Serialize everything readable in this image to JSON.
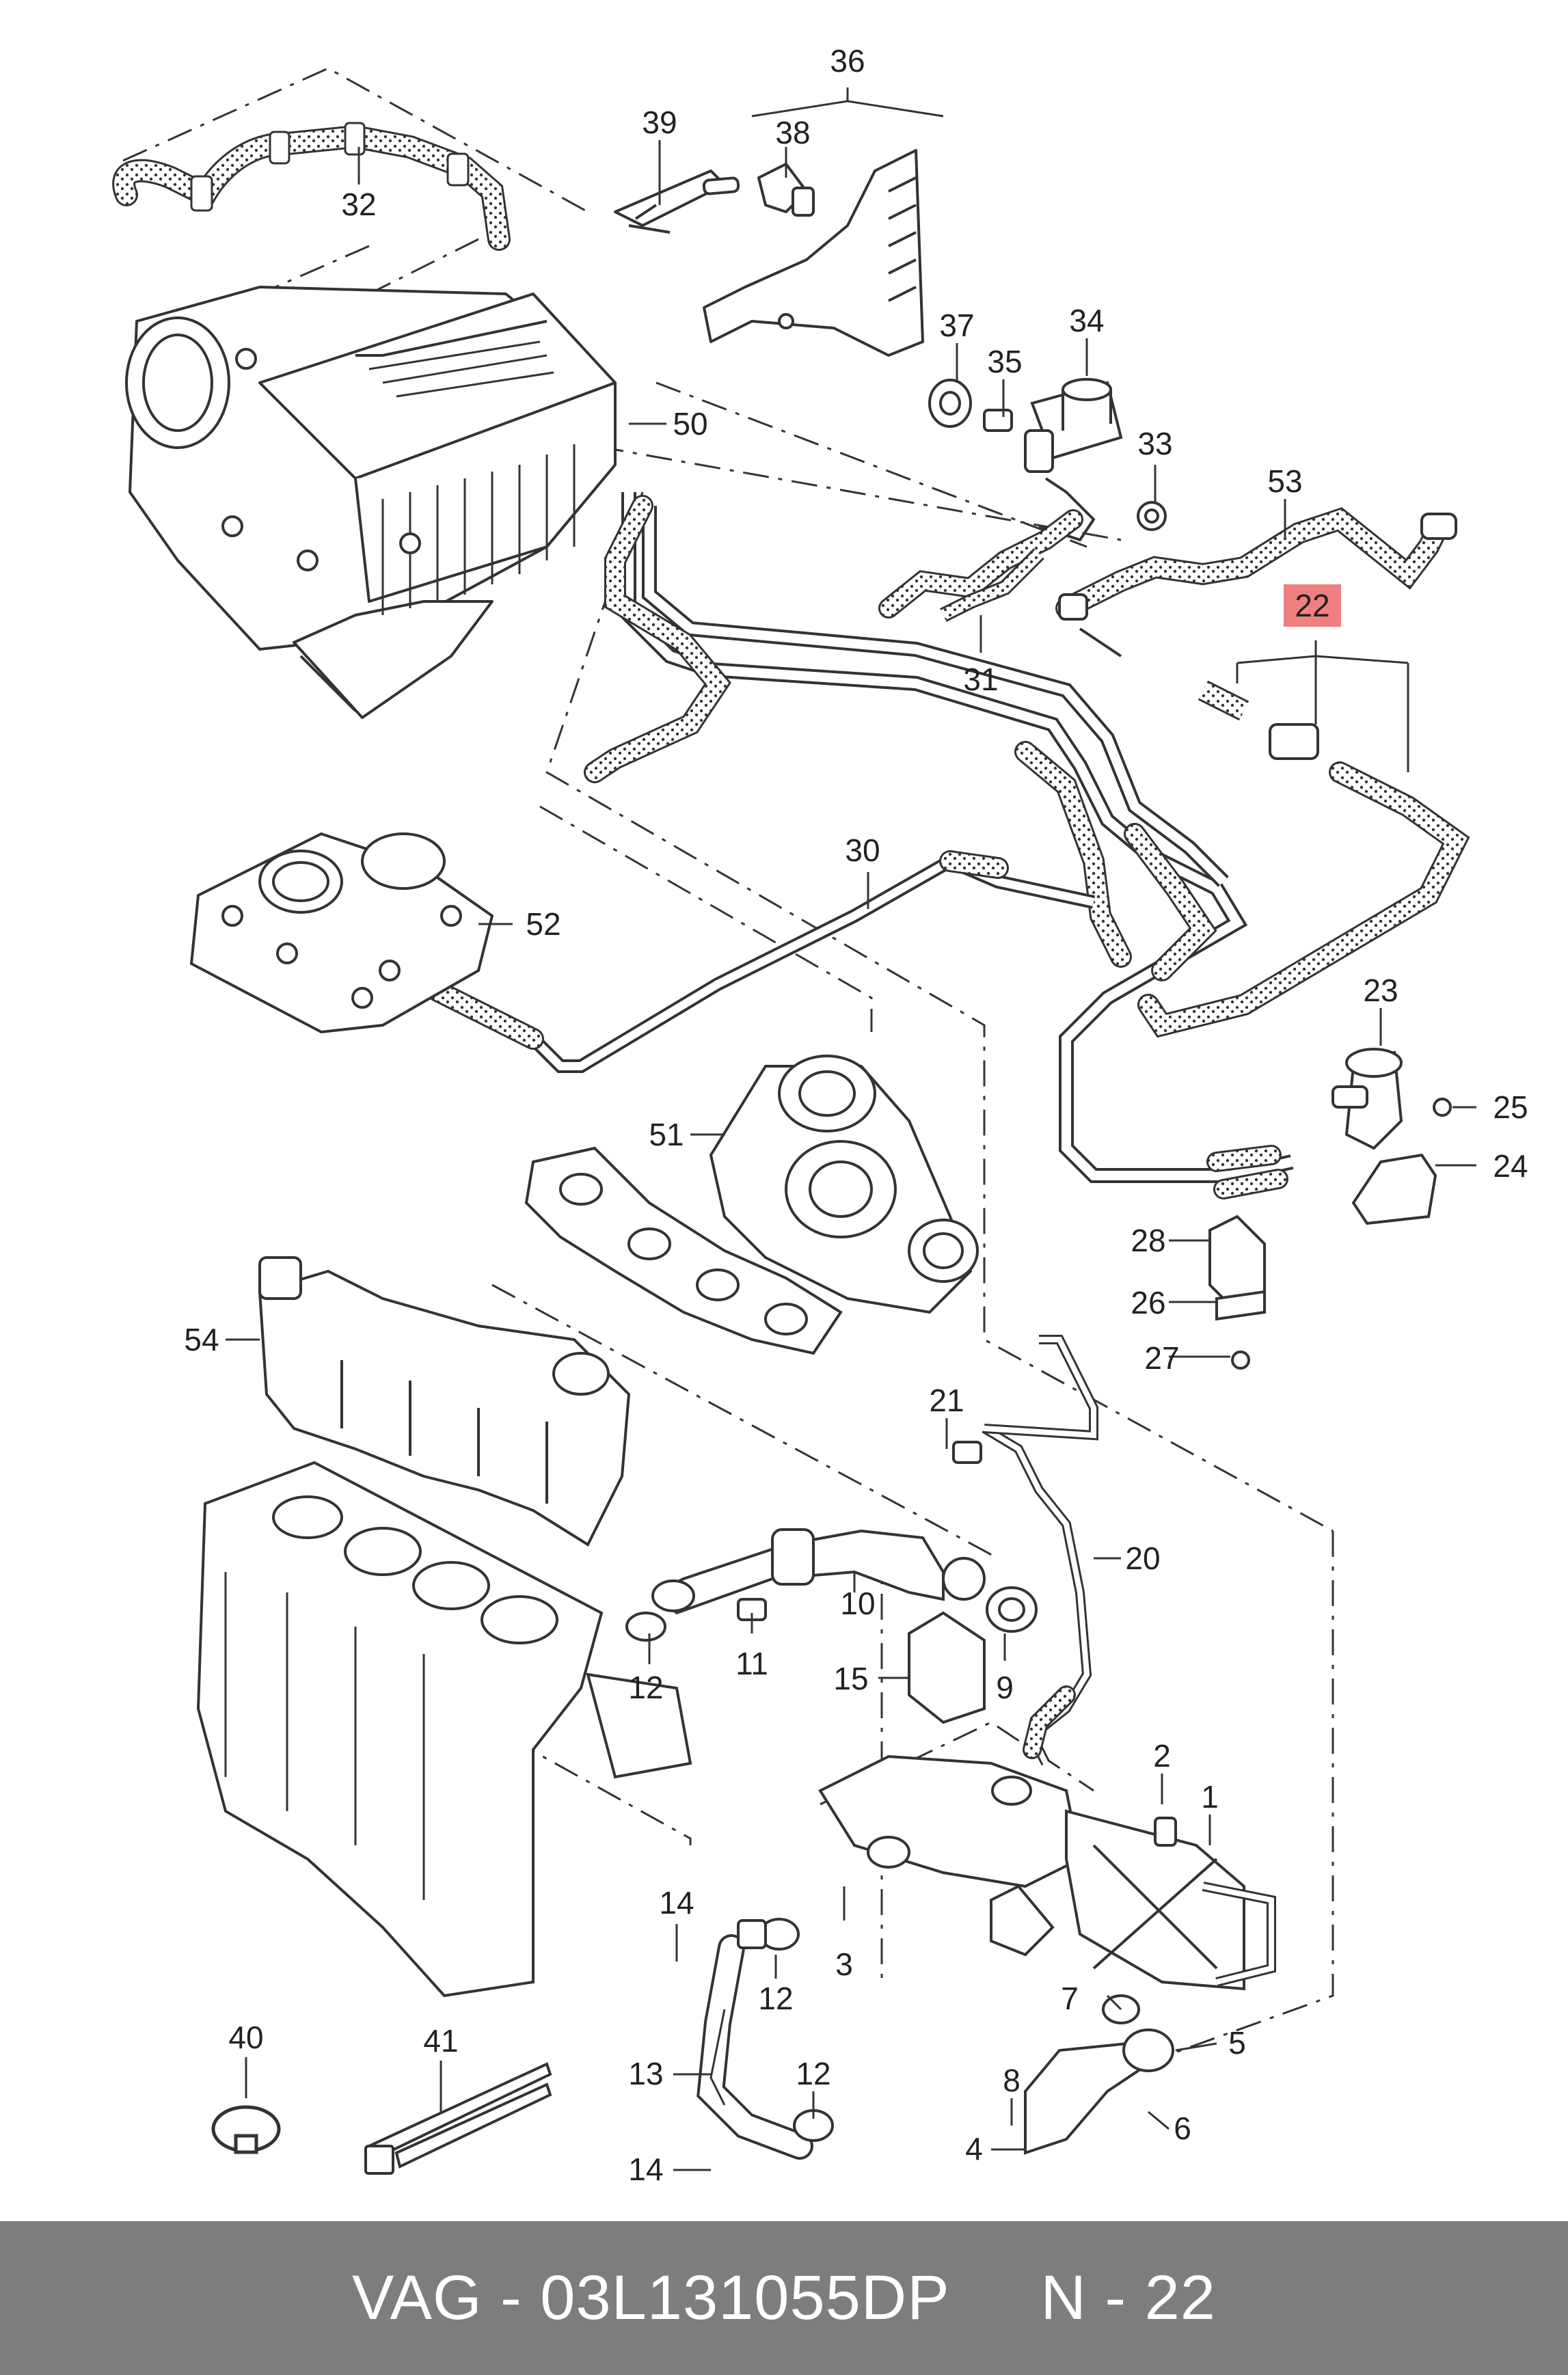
{
  "colors": {
    "line": "#333333",
    "hose_fill": "#ffffff",
    "highlight": "#f07f7f",
    "footer_bg": "#7d7d7d",
    "footer_text": "#ffffff"
  },
  "callouts": {
    "c1": "1",
    "c2": "2",
    "c3": "3",
    "c4": "4",
    "c5": "5",
    "c6": "6",
    "c7": "7",
    "c8": "8",
    "c9": "9",
    "c10": "10",
    "c11": "11",
    "c12a": "12",
    "c12b": "12",
    "c12c": "12",
    "c13": "13",
    "c14a": "14",
    "c14b": "14",
    "c15": "15",
    "c20": "20",
    "c21": "21",
    "c22": "22",
    "c23": "23",
    "c24": "24",
    "c25": "25",
    "c26": "26",
    "c27": "27",
    "c28": "28",
    "c30": "30",
    "c31": "31",
    "c32": "32",
    "c33": "33",
    "c34": "34",
    "c35": "35",
    "c36": "36",
    "c37": "37",
    "c38": "38",
    "c39": "39",
    "c40": "40",
    "c41": "41",
    "c50": "50",
    "c51": "51",
    "c52": "52",
    "c53": "53",
    "c54": "54"
  },
  "highlighted_callout": "22",
  "footer": {
    "brand": "VAG",
    "part_number": "03L131055DP",
    "separator": " - ",
    "position_label": "N",
    "position_number": "22"
  }
}
